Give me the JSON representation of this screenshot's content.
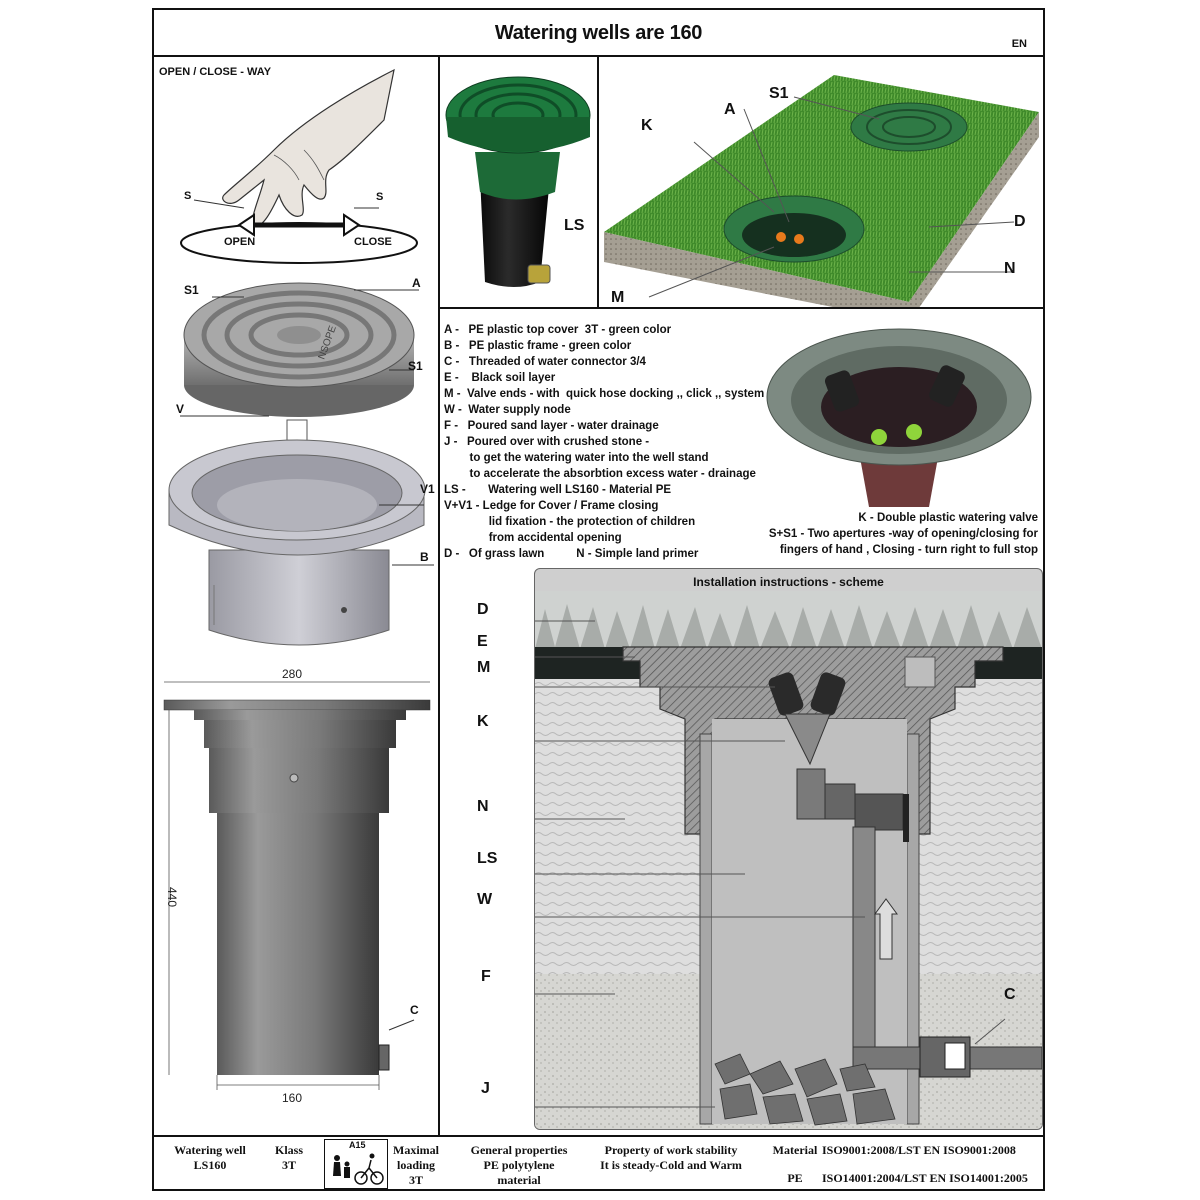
{
  "title": "Watering wells are 160",
  "lang": "EN",
  "open_close": {
    "heading": "OPEN / CLOSE - WAY",
    "s_left": "S",
    "s_right": "S",
    "open": "OPEN",
    "close": "CLOSE"
  },
  "exploded": {
    "S1_top": "S1",
    "A": "A",
    "S1_right": "S1",
    "V": "V",
    "V1": "V1",
    "B": "B",
    "logo_text": "NSOPE"
  },
  "dims": {
    "width_top": "280",
    "height": "440",
    "width_bottom": "160",
    "C": "C"
  },
  "photo_ls": {
    "label": "LS"
  },
  "lawn": {
    "S1": "S1",
    "A": "A",
    "K": "K",
    "D": "D",
    "N": "N",
    "M": "M"
  },
  "legend": [
    "A -   PE plastic top cover  3T - green color",
    "B -   PE plastic frame - green color",
    "C -   Threaded of water connector 3/4",
    "E -    Black soil layer",
    "M -  Valve ends - with  quick hose docking ,, click ,, system",
    "W -  Water supply node",
    "F -   Poured sand layer - water drainage",
    "J -   Poured over with crushed stone -",
    "        to get the watering water into the well stand",
    "        to accelerate the absorbtion excess water - drainage",
    "LS -       Watering well LS160 - Material PE",
    "V+V1 - Ledge for Cover / Frame closing",
    "              lid fixation - the protection of children",
    "              from accidental opening",
    "D -   Of grass lawn          N - Simple land primer"
  ],
  "k_desc": [
    "K - Double plastic watering valve",
    "S+S1 - Two apertures -way of opening/closing for",
    "fingers of hand , Closing - turn right to full stop"
  ],
  "scheme": {
    "title": "Installation instructions - scheme",
    "labels": [
      "D",
      "E",
      "M",
      "K",
      "N",
      "LS",
      "W",
      "F",
      "J"
    ],
    "C": "C"
  },
  "footer": {
    "product": [
      "Watering well",
      "LS160"
    ],
    "klass": [
      "Klass",
      "3T"
    ],
    "a15": "A15",
    "loading": [
      "Maximal",
      "loading",
      "3T"
    ],
    "general": [
      "General properties",
      "PE polytylene",
      "material"
    ],
    "stability": [
      "Property of work stability",
      "It is steady-Cold and Warm"
    ],
    "material_label": "Material",
    "iso1": "ISO9001:2008/LST EN ISO9001:2008",
    "pe_label": "PE",
    "iso2": "ISO14001:2004/LST EN ISO14001:2005"
  },
  "colors": {
    "green": "#1f6b3a",
    "grass": "#3f8a2a",
    "grey": "#8c8c8c",
    "soil": "#1e2422"
  }
}
